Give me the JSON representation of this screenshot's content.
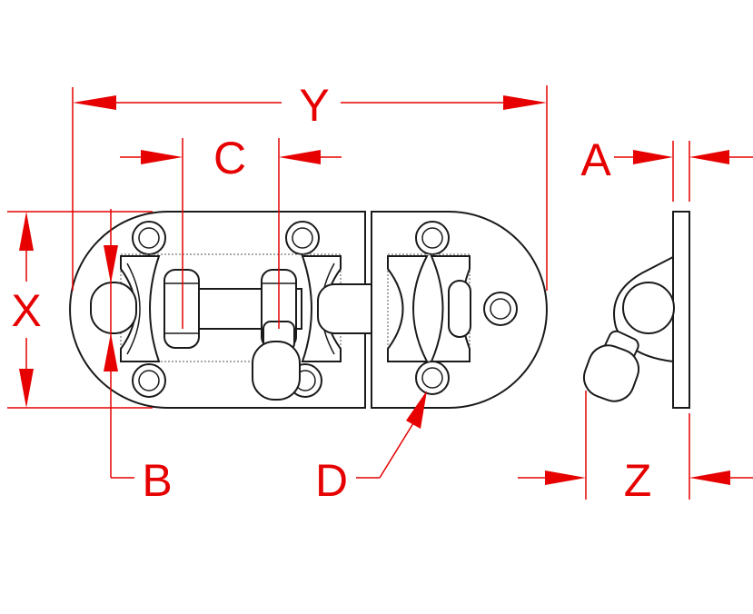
{
  "labels": {
    "y": "Y",
    "c": "C",
    "a": "A",
    "x": "X",
    "b": "B",
    "d": "D",
    "z": "Z"
  },
  "colors": {
    "dimension": "#e60000",
    "part_outline": "#1a1a1a",
    "background": "#ffffff"
  }
}
